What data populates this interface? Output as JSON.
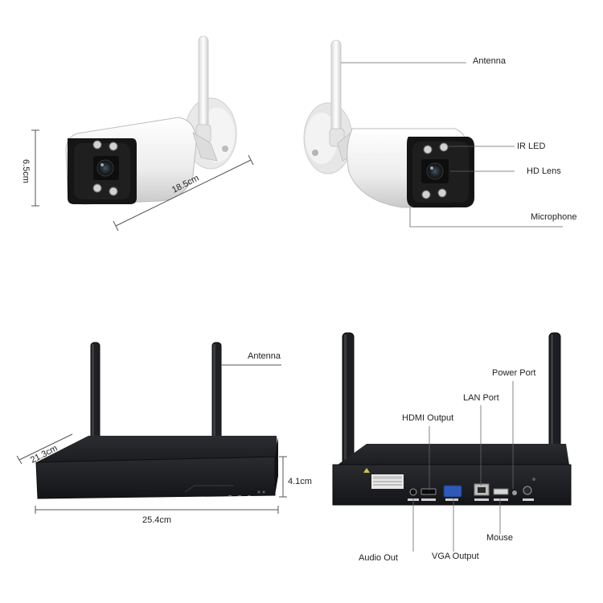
{
  "camera": {
    "height_dim": "6.5cm",
    "length_dim": "18.5cm",
    "antenna": "Antenna",
    "ir_led": "IR LED",
    "hd_lens": "HD Lens",
    "microphone": "Microphone"
  },
  "nvr": {
    "depth_dim": "21.3cm",
    "width_dim": "25.4cm",
    "height_dim": "4.1cm",
    "antenna": "Antenna",
    "power_port": "Power Port",
    "lan_port": "LAN Port",
    "hdmi_output": "HDMI Output",
    "audio_out": "Audio Out",
    "vga_output": "VGA Output",
    "mouse": "Mouse"
  },
  "colors": {
    "camera_body": "#f2f2f2",
    "camera_face": "#1a1a1a",
    "nvr_body": "#1e1f22",
    "leader_line": "#666666"
  }
}
